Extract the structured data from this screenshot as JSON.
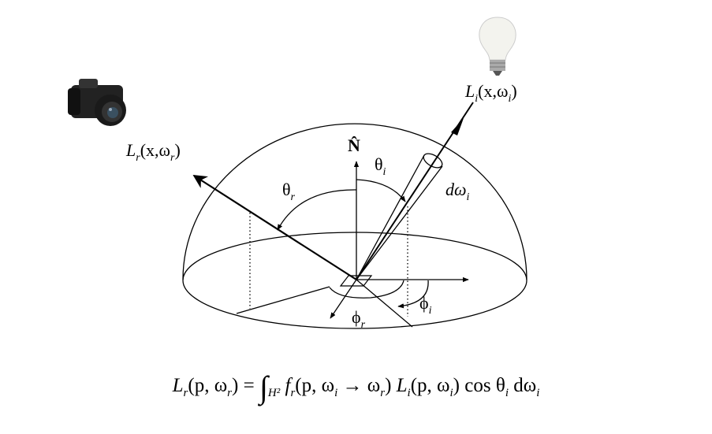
{
  "labels": {
    "normal": "N̂",
    "theta_r": "θ",
    "theta_r_sub": "r",
    "theta_i": "θ",
    "theta_i_sub": "i",
    "d_omega": "dω",
    "d_omega_sub": "i",
    "phi_i": "ϕ",
    "phi_i_sub": "i",
    "phi_r": "ϕ",
    "phi_r_sub": "r",
    "outgoing_radiance": "L",
    "outgoing_radiance_sub": "r",
    "outgoing_radiance_args": "(x,ω",
    "outgoing_radiance_args_sub": "r",
    "outgoing_radiance_close": ")",
    "incoming_radiance": "L",
    "incoming_radiance_sub": "i",
    "incoming_radiance_args": "(x,ω",
    "incoming_radiance_args_sub": "i",
    "incoming_radiance_close": ")"
  },
  "formula": {
    "lhs": "L",
    "lhs_sub": "r",
    "lhs_args": "(p, ω",
    "lhs_args_sub": "r",
    "lhs_close": ") = ",
    "integral": "∫",
    "domain": "H²",
    "brdf": "f",
    "brdf_sub": "r",
    "brdf_args": "(p, ω",
    "brdf_args_sub1": "i",
    "brdf_arrow": " → ω",
    "brdf_args_sub2": "r",
    "brdf_close": ") ",
    "li": "L",
    "li_sub": "i",
    "li_args": "(p, ω",
    "li_args_sub": "i",
    "li_close": ") cos θ",
    "cos_sub": "i",
    "d": " dω",
    "d_sub": "i"
  },
  "icons": [
    "camera-icon",
    "light-bulb-icon"
  ]
}
